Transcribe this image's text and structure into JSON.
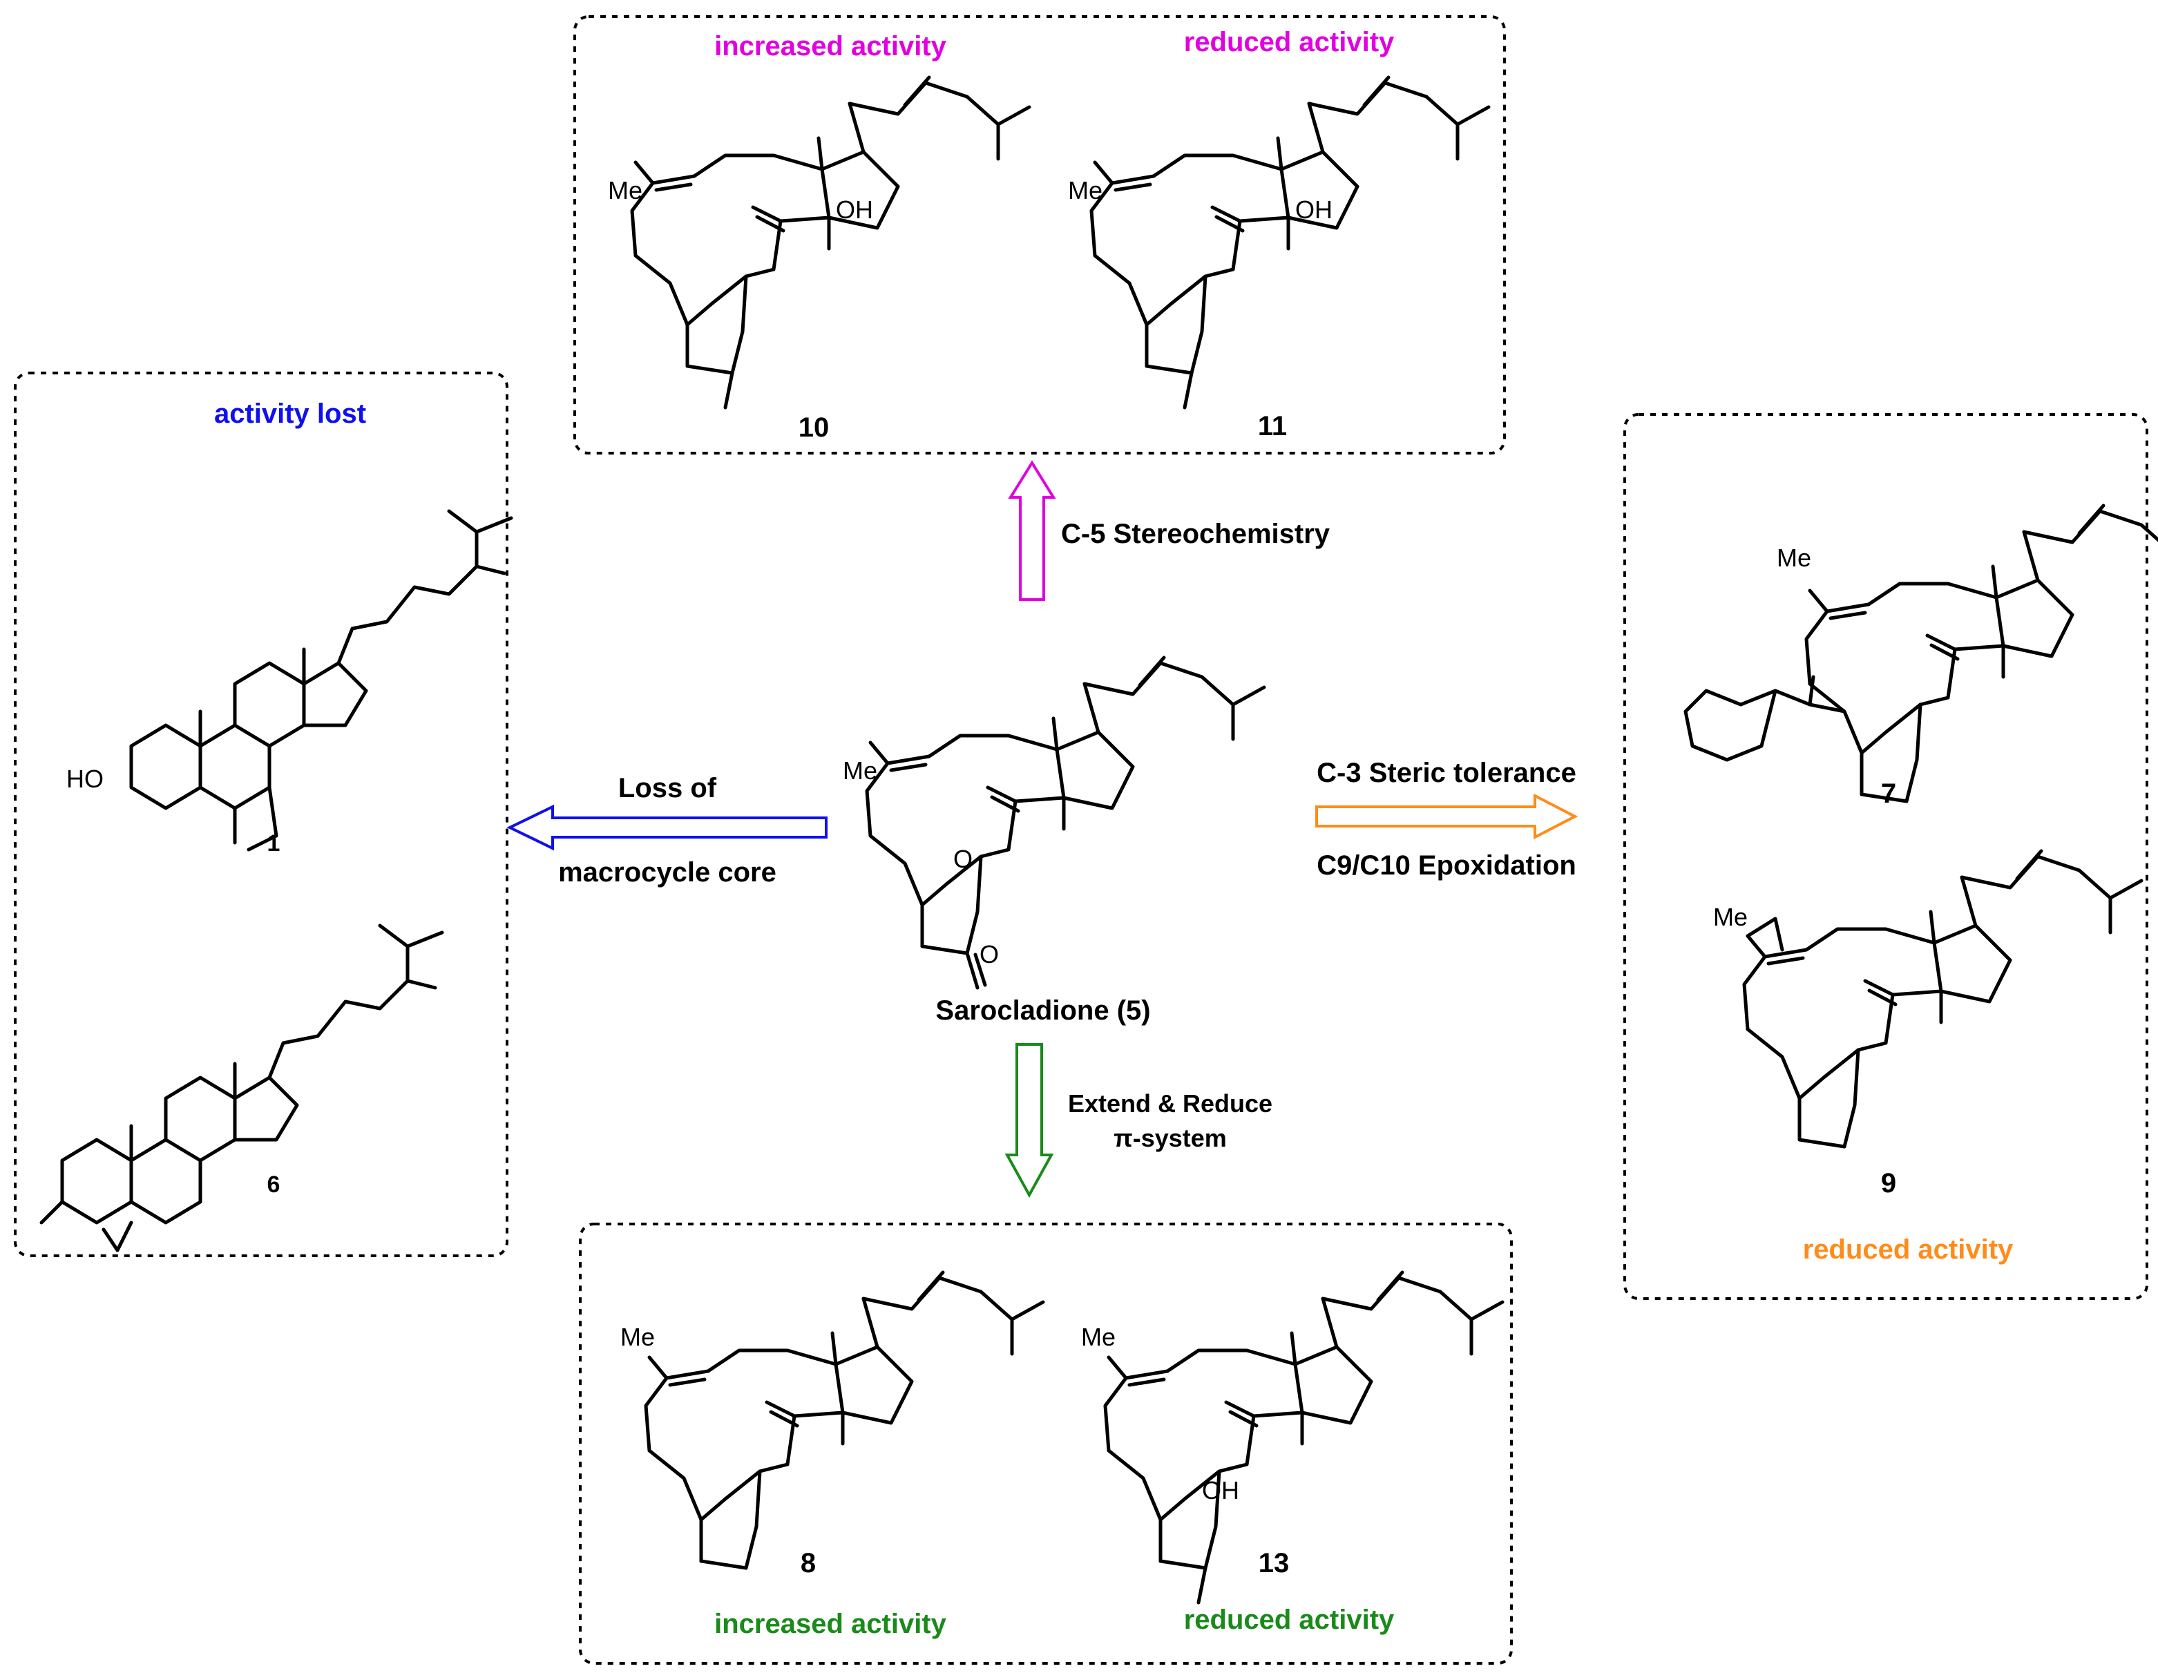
{
  "colors": {
    "magenta": "#e000e0",
    "blue": "#1010ee",
    "orange": "#ff8c1a",
    "green": "#1a8a1a",
    "black": "#000000"
  },
  "panels": {
    "top": {
      "left_label": "increased activity",
      "right_label": "reduced activity",
      "compounds": [
        "10",
        "11"
      ]
    },
    "left": {
      "label": "activity lost",
      "compounds": [
        "1",
        "6"
      ]
    },
    "right": {
      "label": "reduced activity",
      "compounds": [
        "7",
        "9"
      ]
    },
    "bottom": {
      "left_label": "increased activity",
      "right_label": "reduced activity",
      "compounds": [
        "8",
        "13"
      ]
    }
  },
  "center": {
    "name": "Sarocladione (5)"
  },
  "arrows": {
    "up": {
      "label": "C-5 Stereochemistry"
    },
    "left": {
      "line1": "Loss of",
      "line2": "macrocycle core"
    },
    "right": {
      "line1": "C-3 Steric tolerance",
      "line2": "C9/C10 Epoxidation"
    },
    "down": {
      "line1": "Extend & Reduce",
      "line2": "π-system"
    }
  },
  "atom_labels": {
    "me": "Me",
    "h": "H",
    "o": "O",
    "oh": "OH",
    "ho": "HO"
  }
}
